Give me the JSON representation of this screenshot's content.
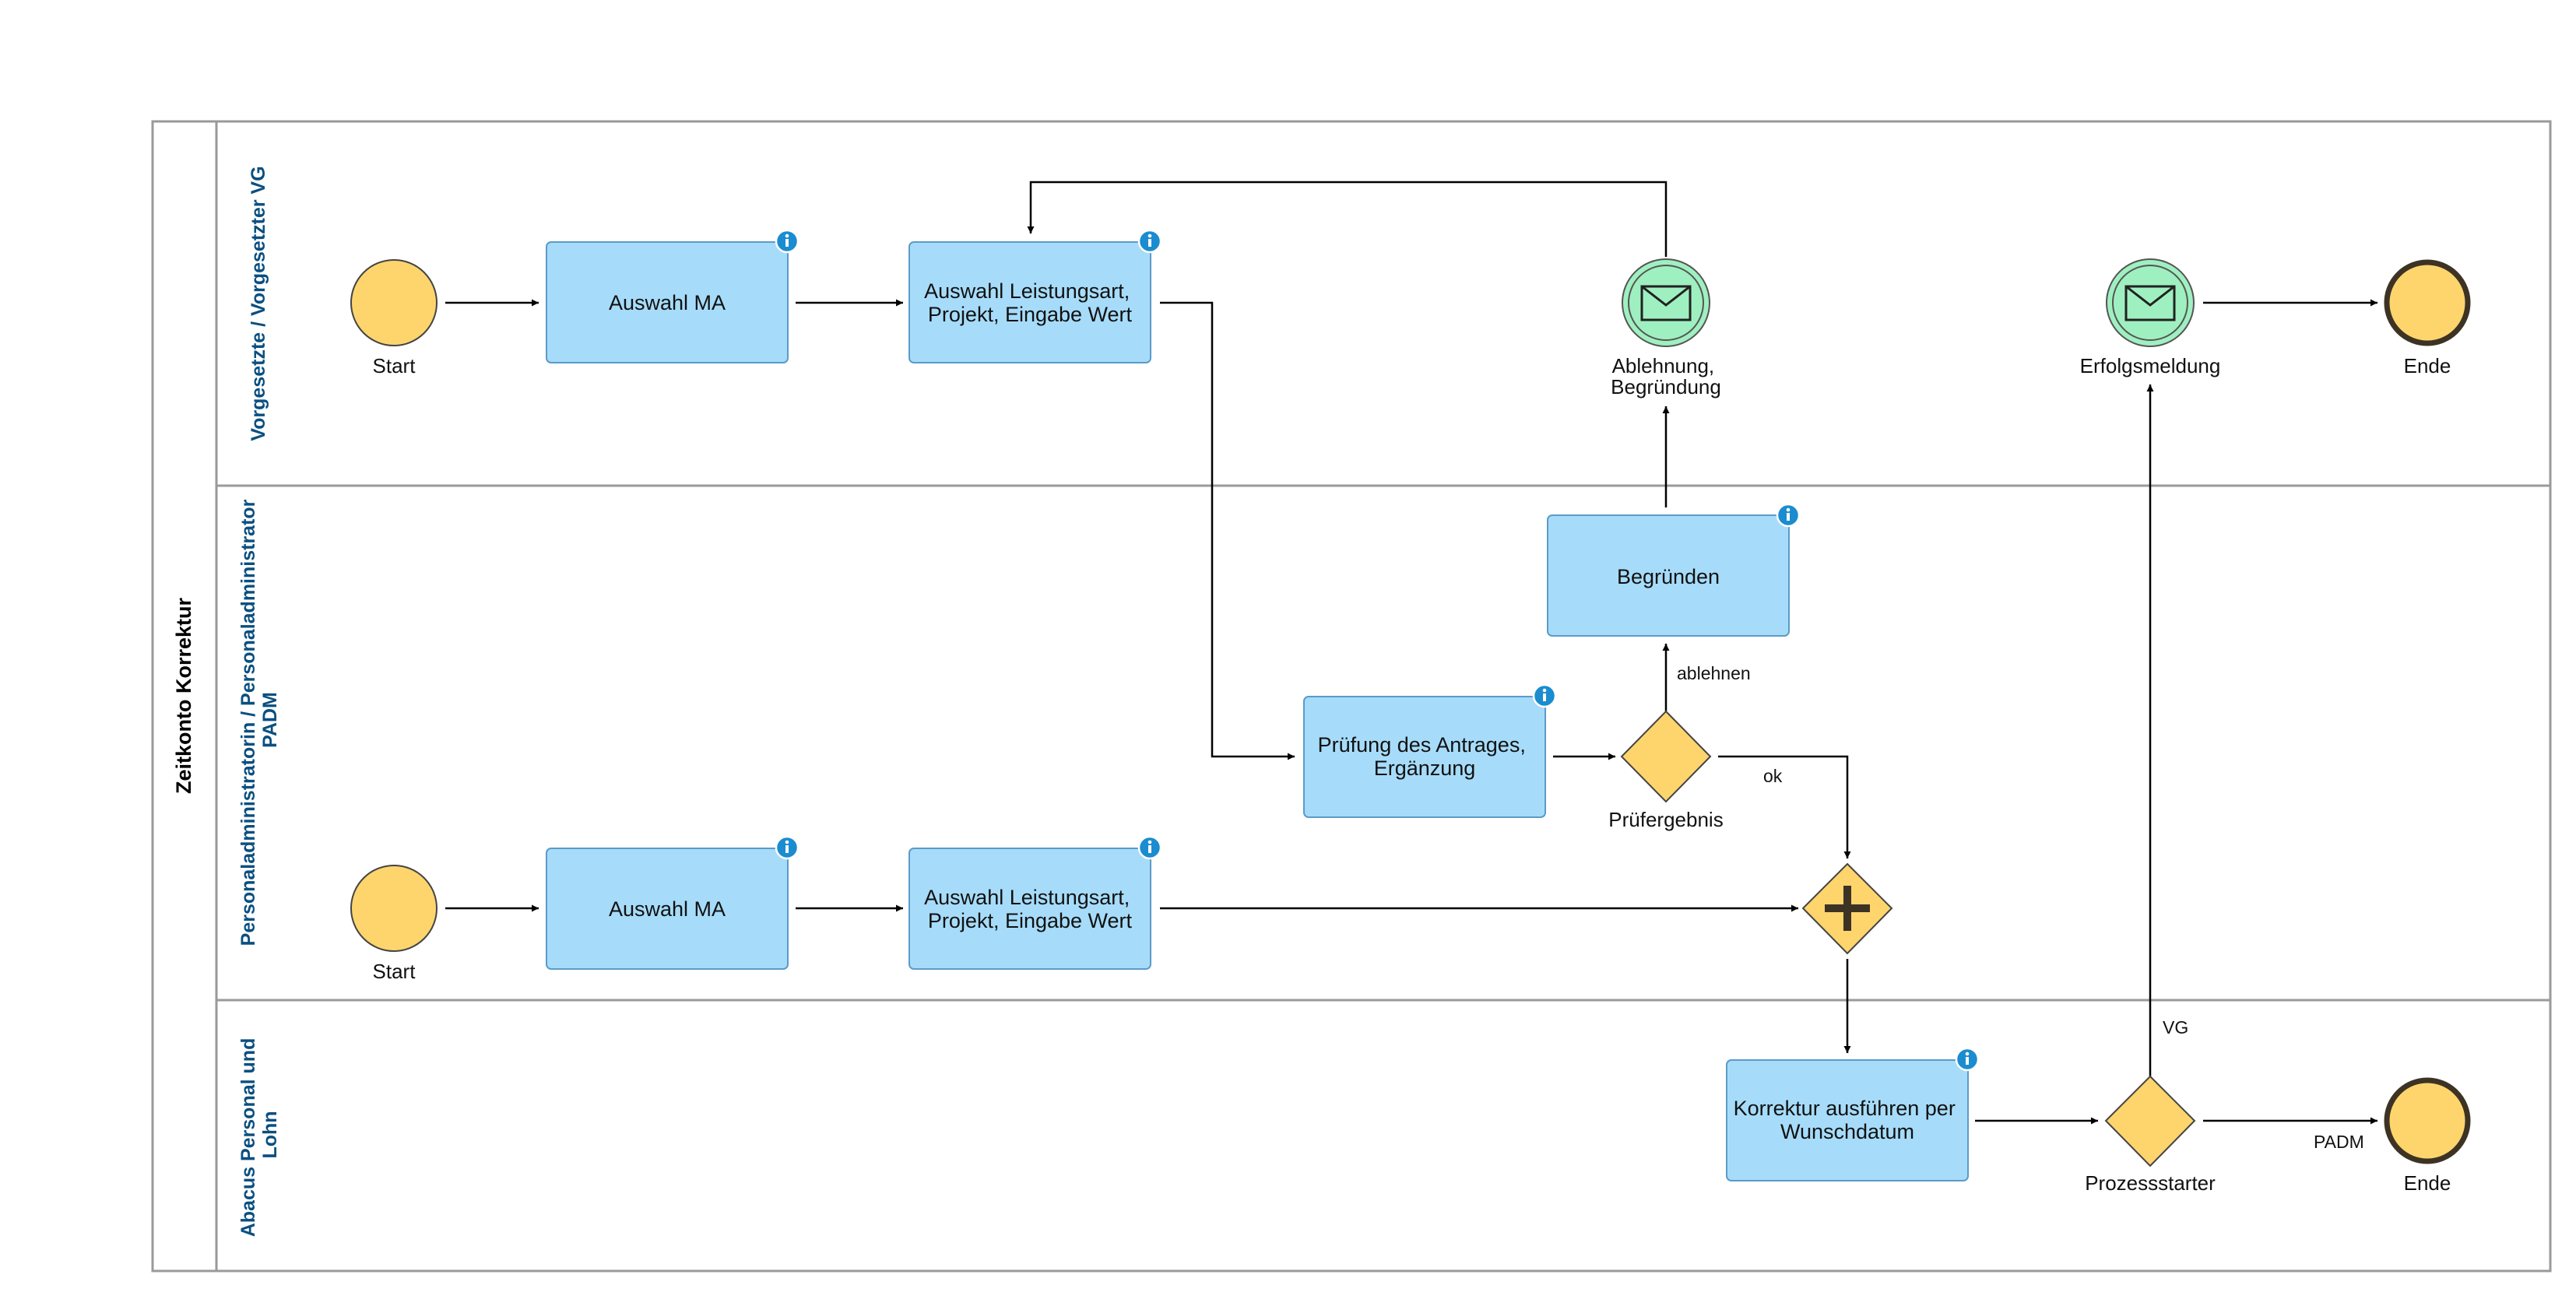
{
  "pool": {
    "label": "Zeitkonto Korrektur"
  },
  "lanes": [
    {
      "id": "vg",
      "lines": [
        "Vorgesetzte / Vorgesetzter VG"
      ]
    },
    {
      "id": "padm",
      "lines": [
        "Personaladministratorin / Personaladministrator",
        "PADM"
      ]
    },
    {
      "id": "abacus",
      "lines": [
        "Abacus Personal und",
        "Lohn"
      ]
    }
  ],
  "nodes": {
    "start_vg": {
      "label": "Start"
    },
    "auswahl_ma_vg": {
      "lines": [
        "Auswahl MA"
      ]
    },
    "auswahl_leist_vg": {
      "lines": [
        "Auswahl Leistungsart,",
        "Projekt, Eingabe Wert"
      ]
    },
    "msg_ablehnung": {
      "lines": [
        "Ablehnung,",
        "Begründung"
      ]
    },
    "msg_erfolg": {
      "label": "Erfolgsmeldung"
    },
    "end_vg": {
      "label": "Ende"
    },
    "begruenden": {
      "lines": [
        "Begründen"
      ]
    },
    "pruefung": {
      "lines": [
        "Prüfung des Antrages,",
        "Ergänzung"
      ]
    },
    "gw_pruef": {
      "label": "Prüfergebnis"
    },
    "start_padm": {
      "label": "Start"
    },
    "auswahl_ma_padm": {
      "lines": [
        "Auswahl MA"
      ]
    },
    "auswahl_leist_padm": {
      "lines": [
        "Auswahl Leistungsart,",
        "Projekt, Eingabe Wert"
      ]
    },
    "gw_parallel": {
      "label": ""
    },
    "korrektur": {
      "lines": [
        "Korrektur ausführen per",
        "Wunschdatum"
      ]
    },
    "gw_prozess": {
      "label": "Prozessstarter"
    },
    "end_abacus": {
      "label": "Ende"
    }
  },
  "flow_labels": {
    "ablehnen": "ablehnen",
    "ok": "ok",
    "vg": "VG",
    "padm": "PADM"
  },
  "colors": {
    "task_fill": "#a6dcfa",
    "task_stroke": "#5b9bc8",
    "event_fill": "#fed56d",
    "message_fill": "#9ff0c0",
    "info_badge": "#1b8ccf",
    "lane_text": "#0a4f80",
    "border": "#9a9a9a"
  }
}
